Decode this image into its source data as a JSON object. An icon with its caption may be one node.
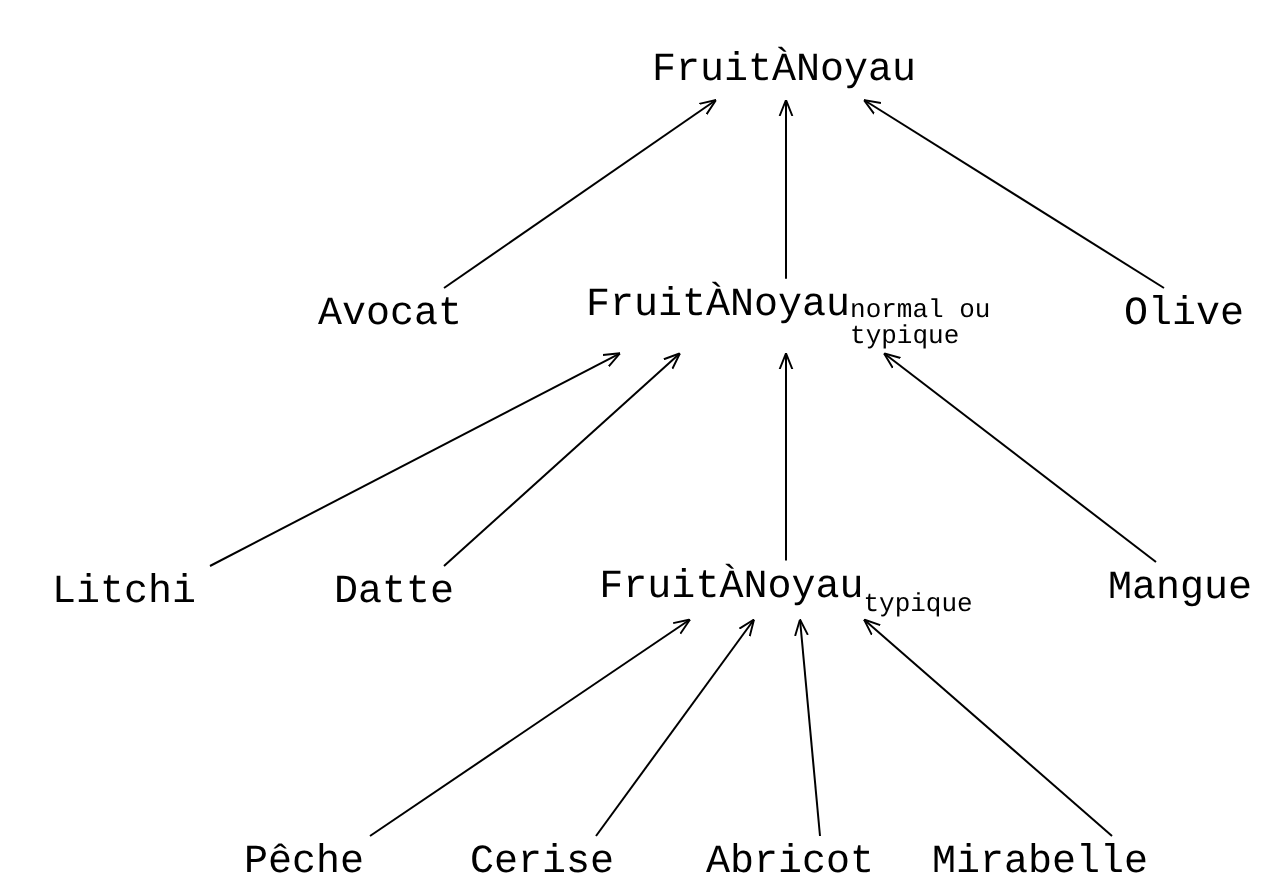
{
  "diagram": {
    "nodes": [
      {
        "text": [
          "FruitÀNoyau"
        ]
      },
      {
        "text": [
          "Avocat"
        ]
      },
      {
        "text": [
          "FruitÀNoyau$_{normal ou typique}$"
        ]
      },
      {
        "text": [
          "Olive"
        ]
      },
      {
        "text": [
          "Litchi"
        ]
      },
      {
        "text": [
          "Datte"
        ]
      },
      {
        "text": [
          "FruitÀNoyau$_{typique}$"
        ]
      },
      {
        "text": [
          "Mangue"
        ]
      },
      {
        "text": [
          "Pêche"
        ]
      },
      {
        "text": [
          "Cerise"
        ]
      },
      {
        "text": [
          "Abricot"
        ]
      },
      {
        "text": [
          "Mirabelle"
        ]
      }
    ],
    "edges": [
      {
        "from": 1,
        "to": 0,
        "arrow": "to"
      },
      {
        "from": 2,
        "to": 0,
        "arrow": "to"
      },
      {
        "from": 3,
        "to": 0,
        "arrow": "to"
      },
      {
        "from": 4,
        "to": 2,
        "arrow": "to"
      },
      {
        "from": 5,
        "to": 2,
        "arrow": "to"
      },
      {
        "from": 6,
        "to": 2,
        "arrow": "to"
      },
      {
        "from": 7,
        "to": 2,
        "arrow": "to"
      },
      {
        "from": 8,
        "to": 6,
        "arrow": "to"
      },
      {
        "from": 9,
        "to": 6,
        "arrow": "to"
      },
      {
        "from": 10,
        "to": 6,
        "arrow": "to"
      },
      {
        "from": 11,
        "to": 6,
        "arrow": "to"
      }
    ]
  }
}
